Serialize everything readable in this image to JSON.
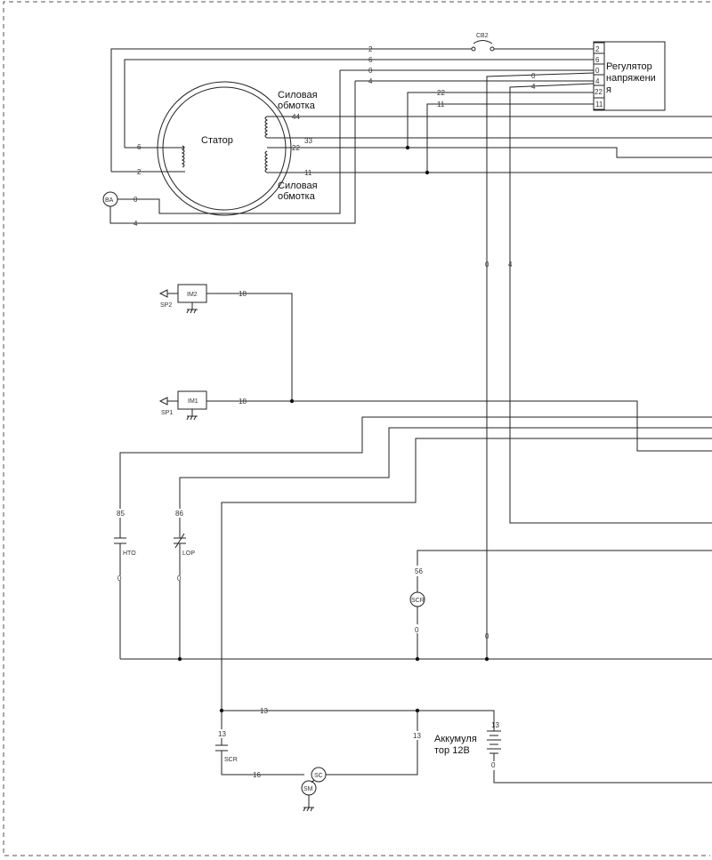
{
  "labels": {
    "stator": "Статор",
    "power_winding_top_1": "Силовая",
    "power_winding_top_2": "обмотка",
    "power_winding_bottom_1": "Силовая",
    "power_winding_bottom_2": "обмотка",
    "regulator_1": "Регулятор",
    "regulator_2": "напряжени",
    "regulator_3": "я",
    "battery_1": "Аккумуля",
    "battery_2": "тор 12В"
  },
  "components": {
    "cb2": "CB2",
    "ba": "BA",
    "im2": "IM2",
    "im1": "IM1",
    "sp2": "SP2",
    "sp1": "SP1",
    "hto": "HTO",
    "lop": "LOP",
    "scr_relay": "SCR",
    "scr_switch": "SCR",
    "sc": "SC",
    "sm": "SM"
  },
  "regulator_pins": [
    "2",
    "6",
    "0",
    "4",
    "22",
    "11"
  ],
  "wires": {
    "w2_top": "2",
    "w6_top": "6",
    "w0_top": "0",
    "w4_top": "4",
    "w22_reg": "22",
    "w11_reg": "11",
    "w0_reg": "0",
    "w4_reg": "4",
    "w44": "44",
    "w33": "33",
    "w22": "22",
    "w11": "11",
    "w6_left": "6",
    "w2_left": "2",
    "w0_ba": "0",
    "w4_ba": "4",
    "w0_vert": "0",
    "w4_vert": "4",
    "w18_im2": "18",
    "w18_im1": "18",
    "w85": "85",
    "w86": "86",
    "w56": "56",
    "w0_hto": "0",
    "w0_lop": "0",
    "w0_scr": "0",
    "w0_bus": "0",
    "w13_top": "13",
    "w13_left": "13",
    "w13_mid": "13",
    "w13_bat": "13",
    "w16": "16",
    "w0_bat": "0"
  }
}
